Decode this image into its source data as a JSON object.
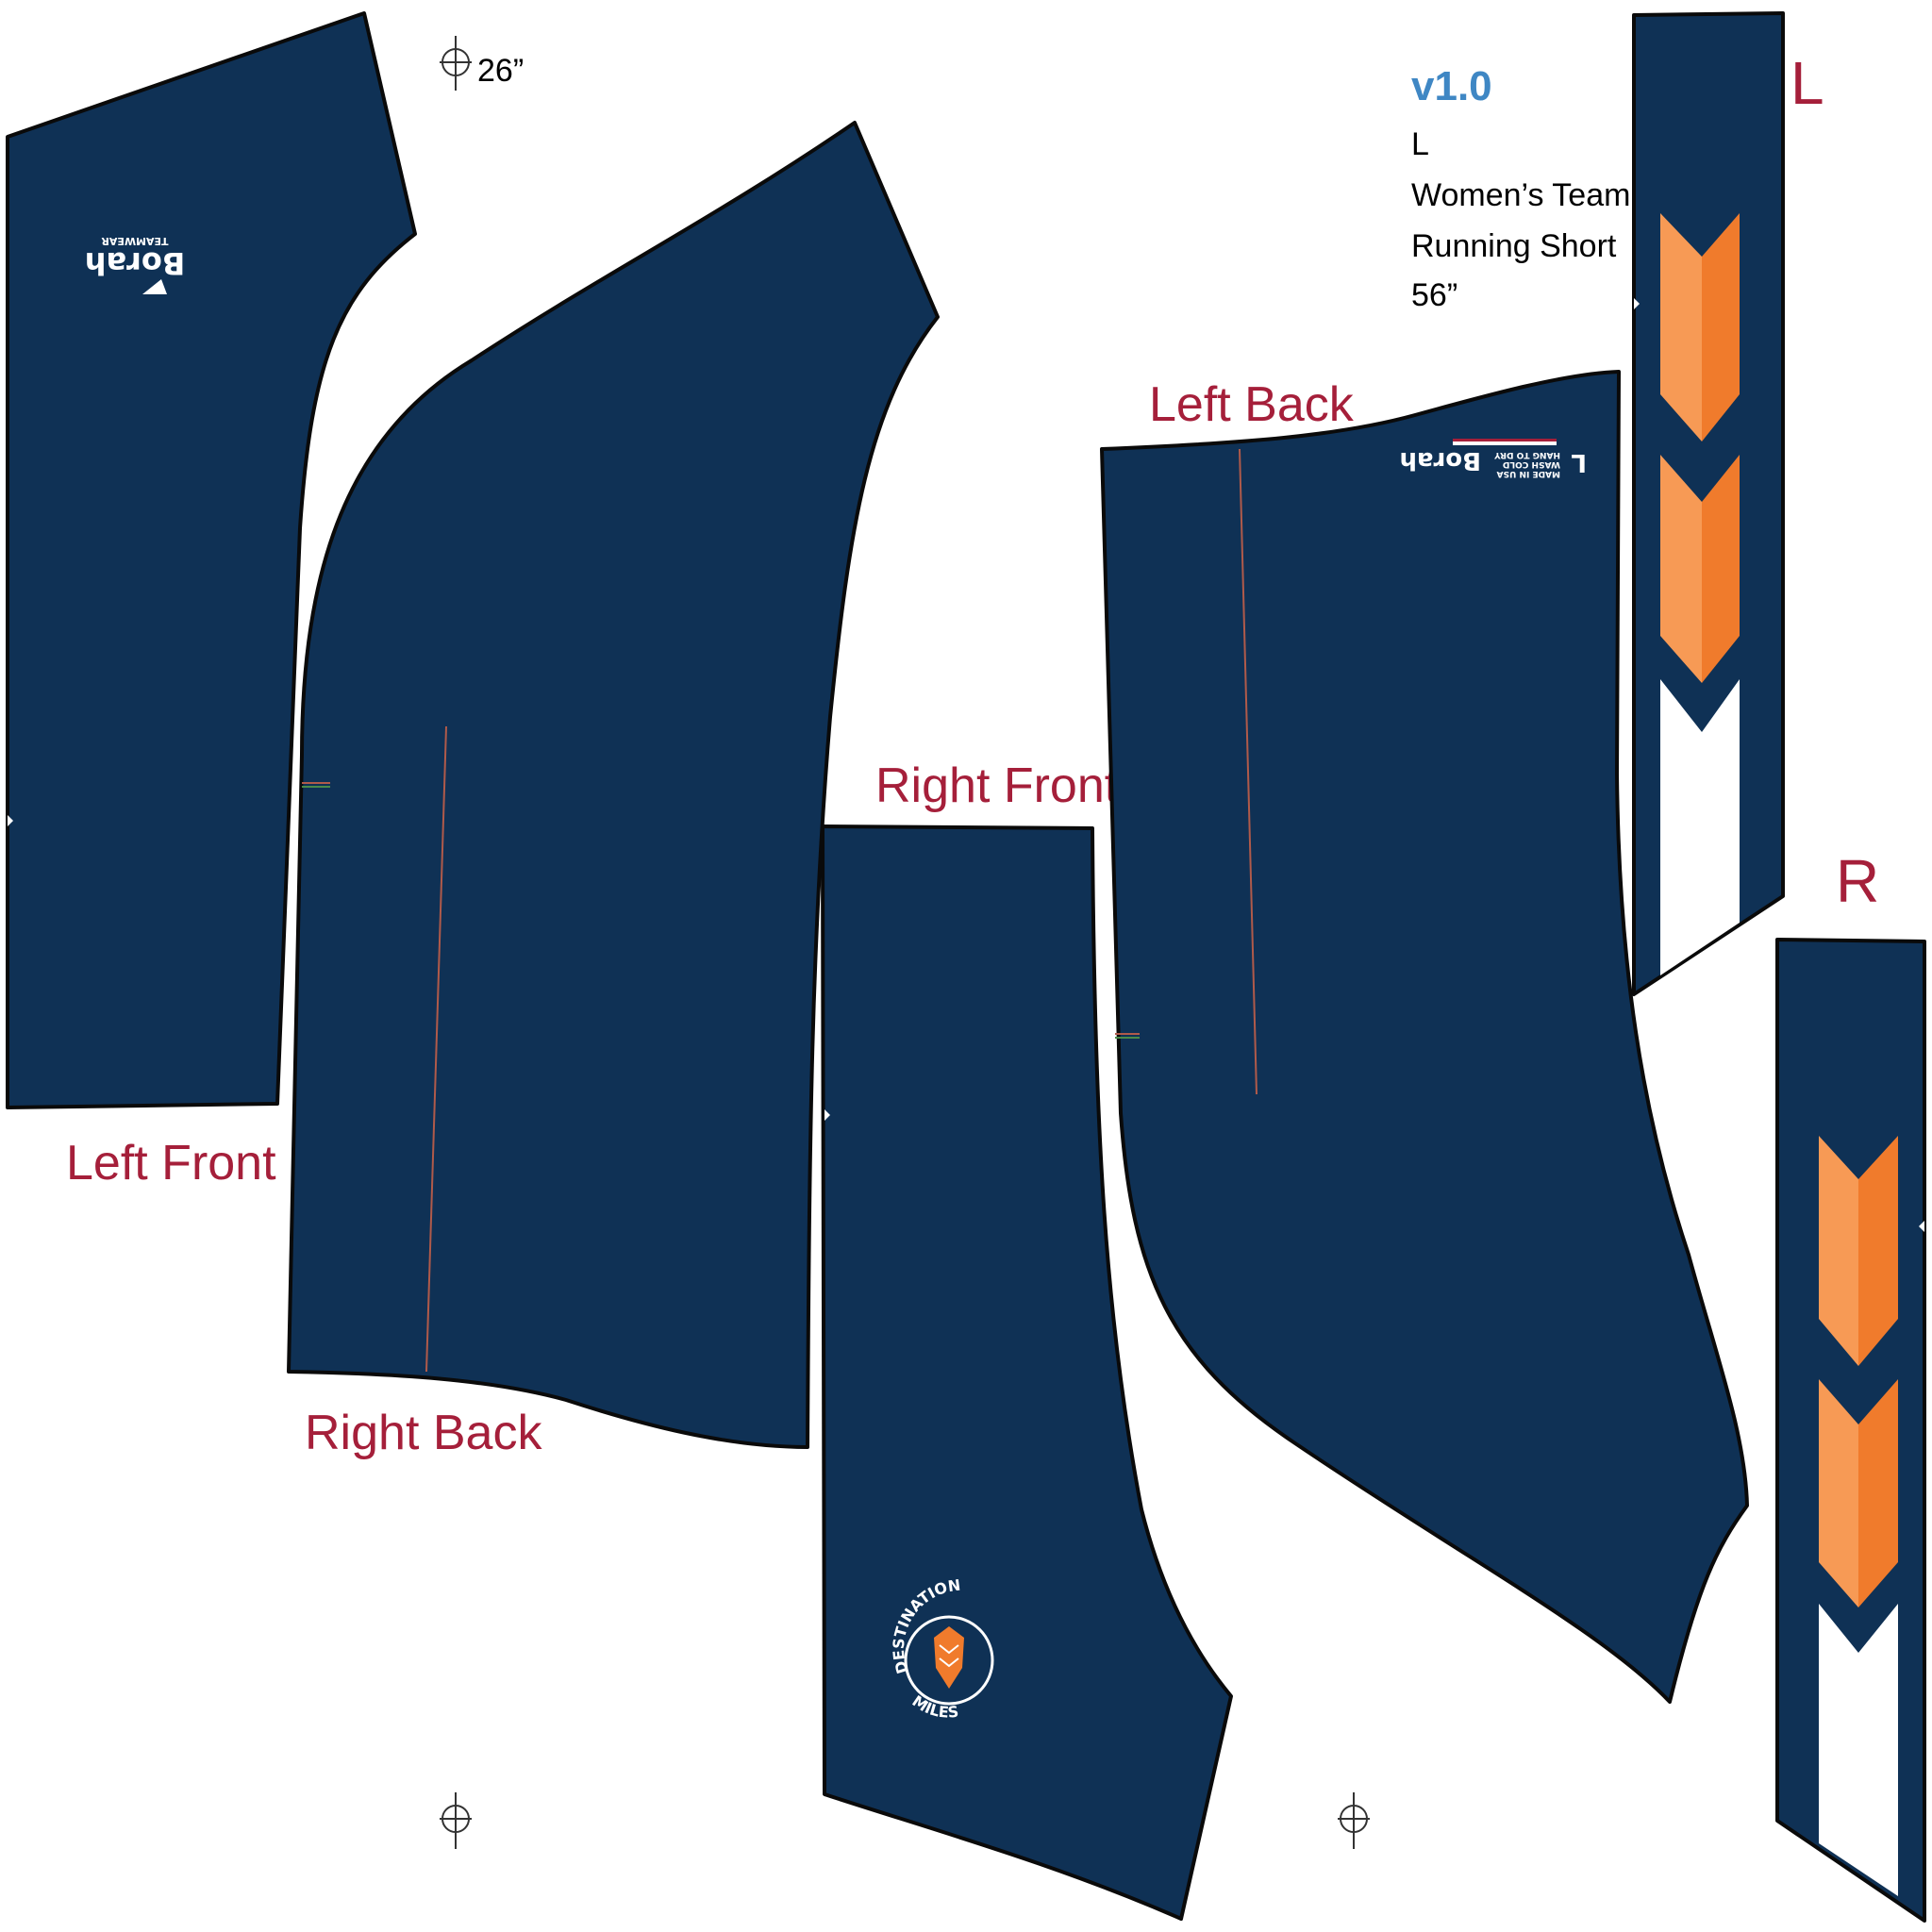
{
  "spec": {
    "version": "v1.0",
    "size": "L",
    "product_line1": "Women’s Team",
    "product_line2": "Running Short",
    "width_total": "56”"
  },
  "width_mark": "26”",
  "pieces": {
    "left_front": "Left Front",
    "right_back": "Right Back",
    "right_front": "Right Front",
    "left_back": "Left Back"
  },
  "side_panels": {
    "left_label": "L",
    "right_label": "R"
  },
  "logos": {
    "brand_name": "Borah",
    "brand_sub": "TEAMWEAR",
    "tag_line1": "MADE IN USA",
    "tag_line2": "WASH COLD",
    "tag_line3": "HANG TO DRY",
    "tag_size": "L",
    "badge_top": "DESTINATION",
    "badge_bottom": "MILES"
  },
  "colors": {
    "navy": "#0f3155",
    "label_red": "#a51f3a",
    "version_blue": "#3f87c4",
    "orange_light": "#f79a55",
    "orange_dark": "#f07b2c",
    "white": "#ffffff"
  }
}
